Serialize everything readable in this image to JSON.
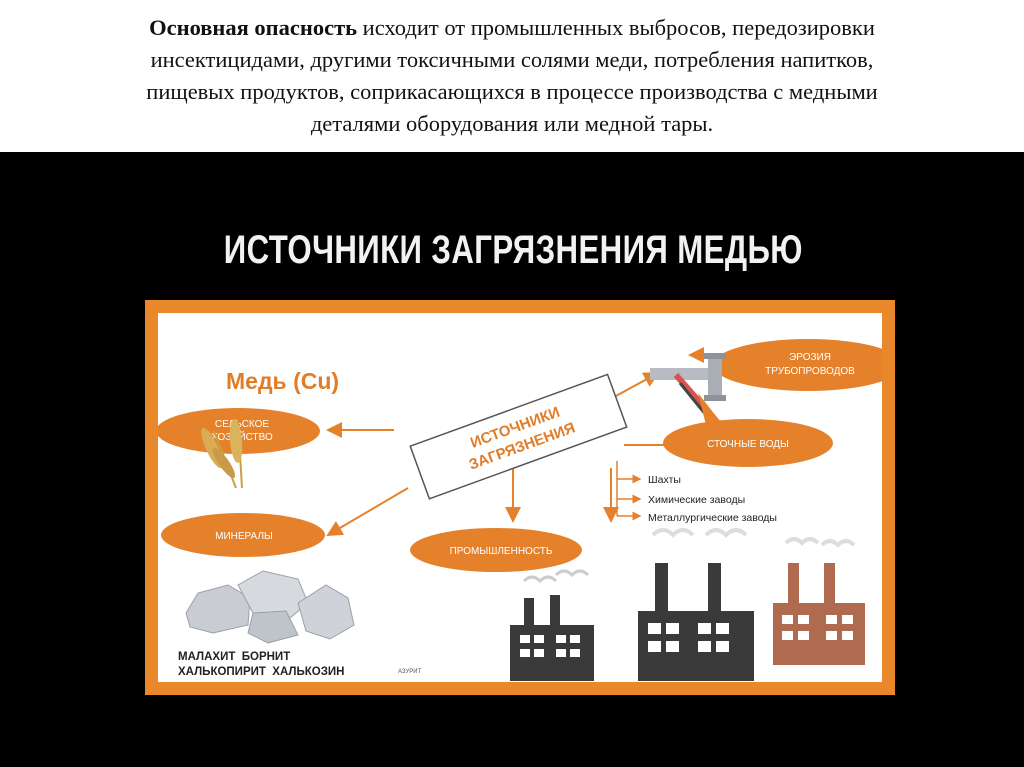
{
  "intro": {
    "bold": "Основная опасность",
    "rest_line1": " исходит от промышленных выбросов, передозировки",
    "line2": "инсектицидами, другими токсичными солями меди, потребления напитков,",
    "line3": "пищевых продуктов, соприкасающихся в процессе производства с медными",
    "line4": "деталями оборудования или медной тары."
  },
  "slide_title": "ИСТОЧНИКИ ЗАГРЯЗНЕНИЯ МЕДЬЮ",
  "diagram": {
    "element_label": "Медь (Cu)",
    "center_label_line1": "ИСТОЧНИКИ",
    "center_label_line2": "ЗАГРЯЗНЕНИЯ",
    "nodes": {
      "agriculture_line1": "СЕЛЬСКОЕ",
      "agriculture_line2": "ХОЗЯЙСТВО",
      "minerals": "МИНЕРАЛЫ",
      "industry": "ПРОМЫШЛЕННОСТЬ",
      "pipes_line1": "ЭРОЗИЯ",
      "pipes_line2": "ТРУБОПРОВОДОВ",
      "wastewater": "СТОЧНЫЕ ВОДЫ"
    },
    "wastewater_sources": [
      "Шахты",
      "Химические заводы",
      "Металлургические заводы"
    ],
    "minerals_line1": "МАЛАХИТ  БОРНИТ",
    "minerals_line2": "ХАЛЬКОПИРИТ  ХАЛЬКОЗИН",
    "minerals_small": "АЗУРИТ"
  },
  "colors": {
    "orange": "#e8882a",
    "node_fill": "#e4812a",
    "text_orange": "#e07d28",
    "factory_dark": "#3a3a3a",
    "factory_brown": "#b06a50"
  }
}
